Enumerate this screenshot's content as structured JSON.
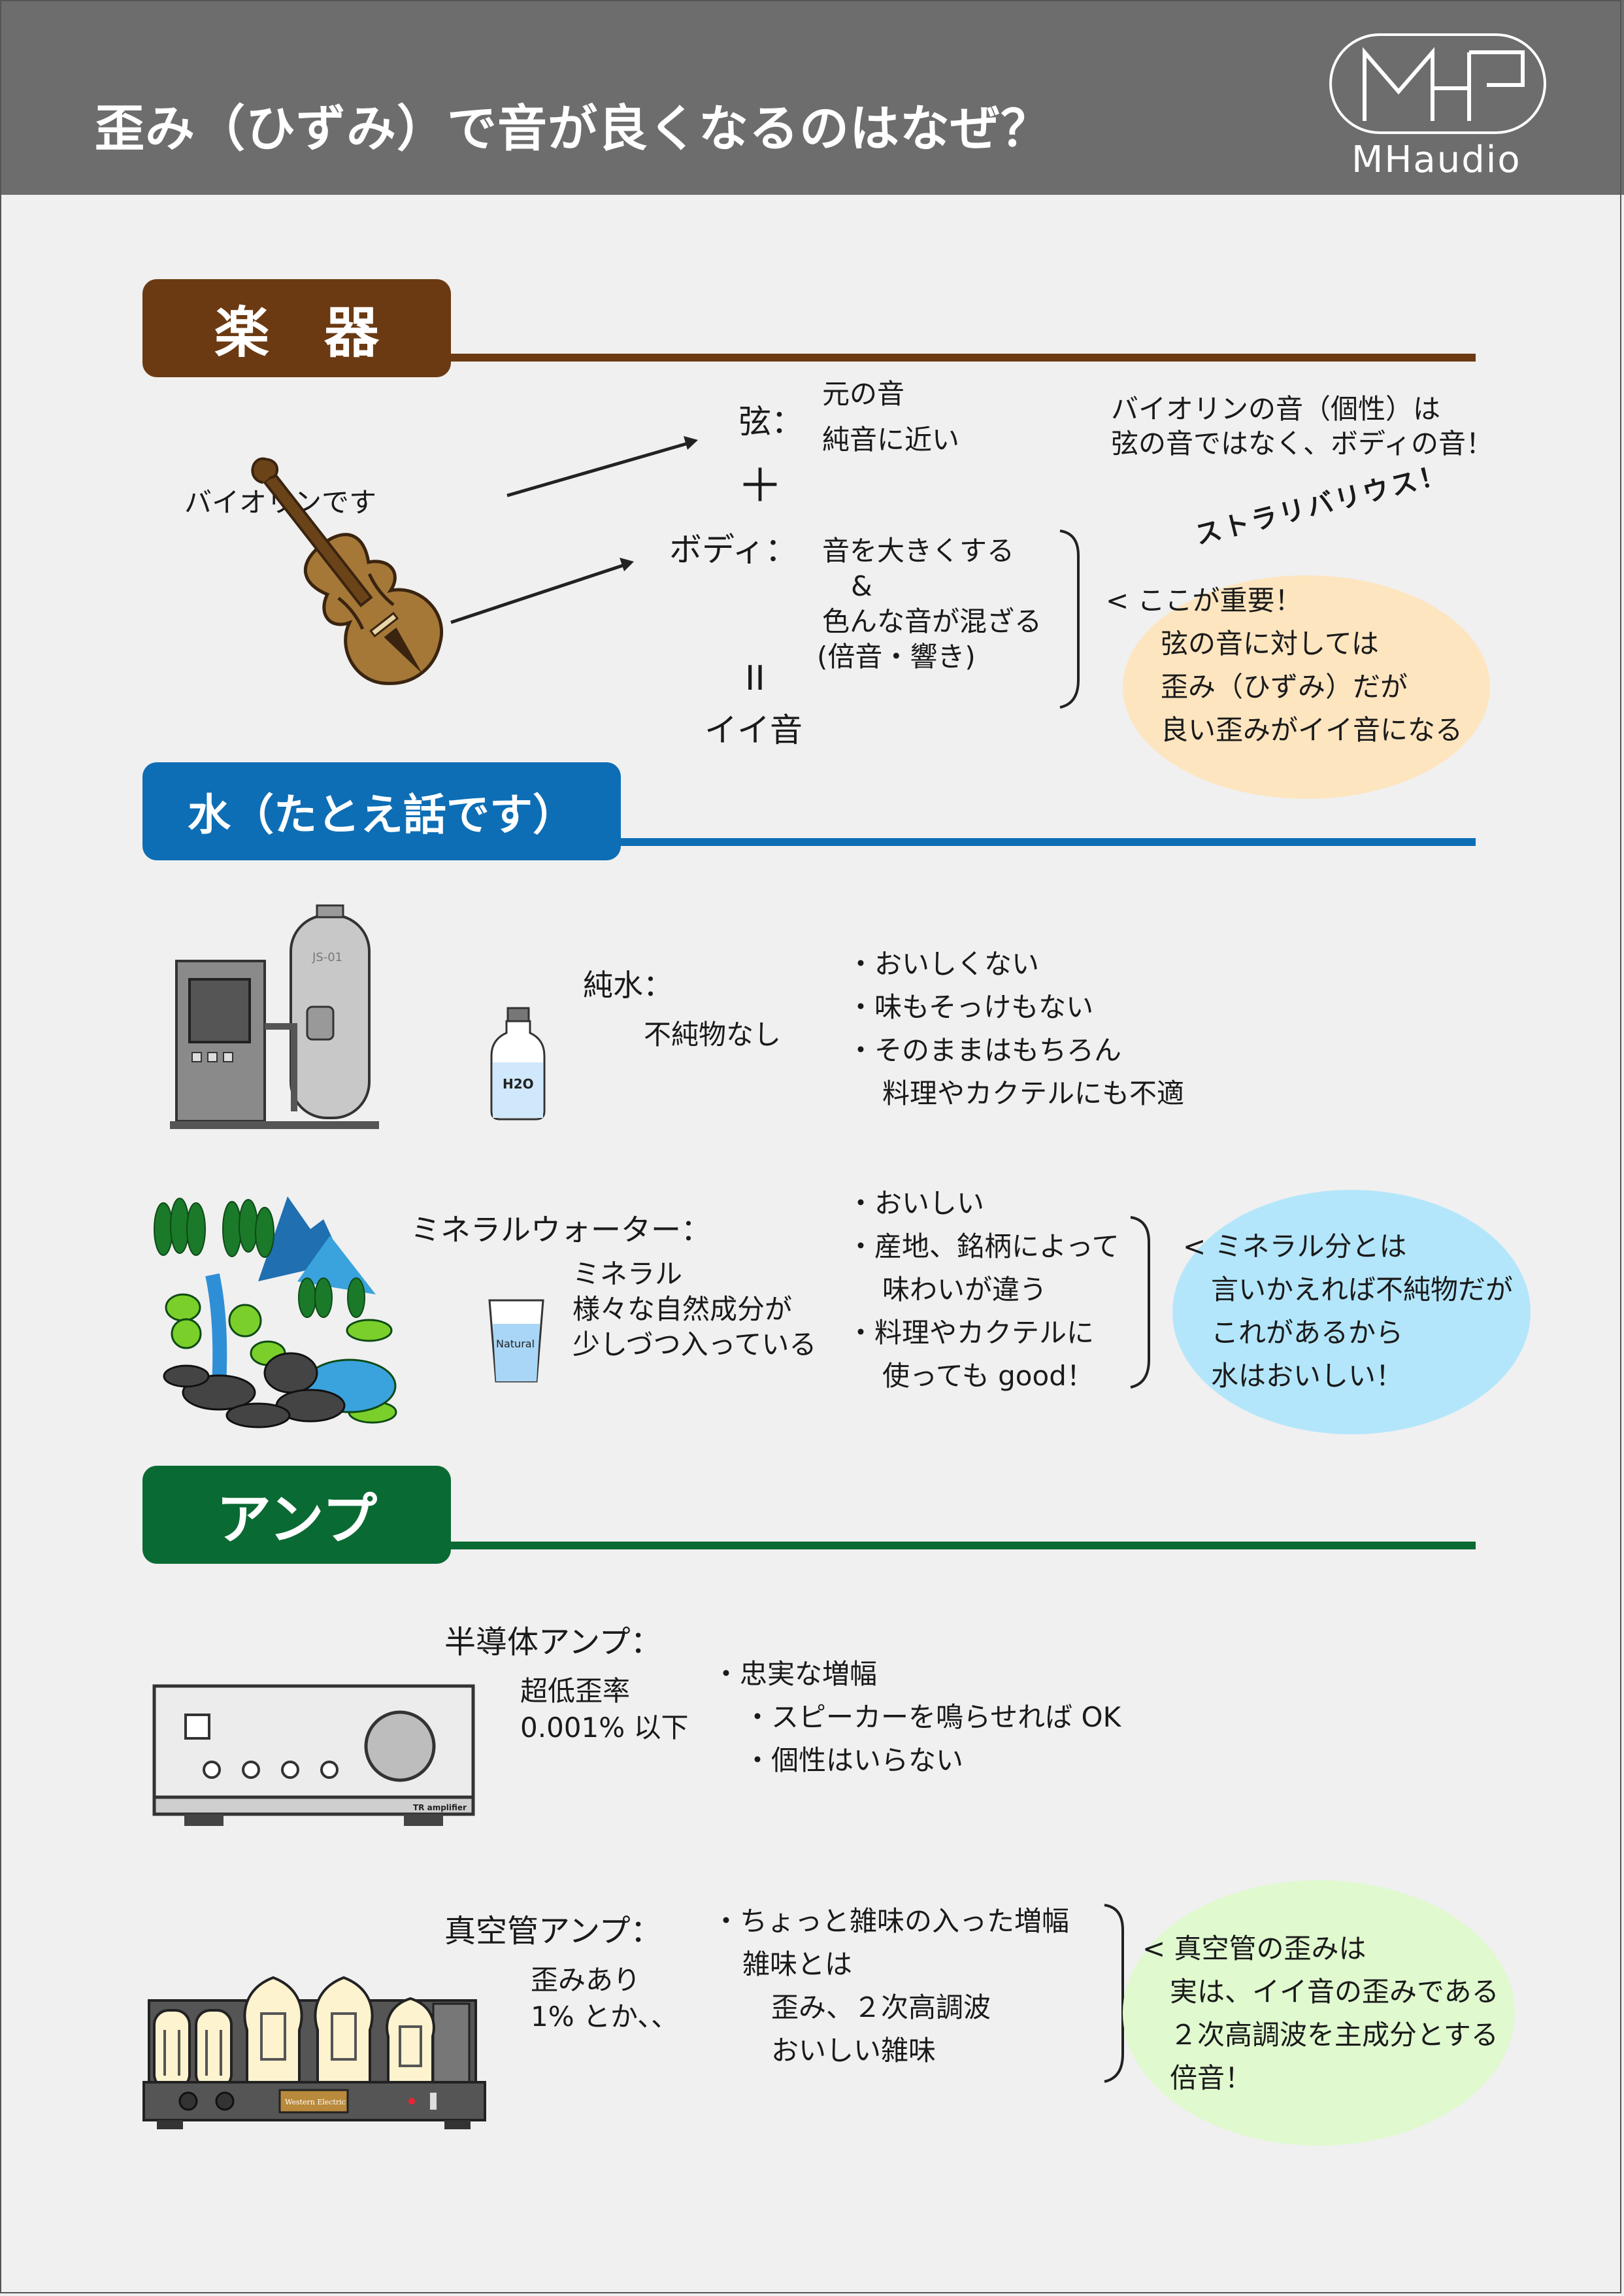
{
  "header": {
    "title": "歪み（ひずみ）で音が良くなるのはなぜ？",
    "logo_text": "MHaudio"
  },
  "colors": {
    "header_bg": "#6d6d6d",
    "instrument": "#6b3a12",
    "water": "#0d6eb5",
    "amp": "#0a6a33",
    "note_orange": "#fde5c0",
    "note_blue": "#b4e6fb",
    "note_green": "#e0f9cf"
  },
  "instrument": {
    "tag": "楽　器",
    "violin_label": "バイオリンです",
    "string_label": "弦：",
    "string_line1": "元の音",
    "string_line2": "純音に近い",
    "plus": "＋",
    "body_label": "ボディ：",
    "body_line1": "音を大きくする",
    "body_line2": "&",
    "body_line3": "色んな音が混ざる",
    "body_line4": "(倍音・響き)",
    "equals": "II",
    "result": "イイ音",
    "point_line1": "バイオリンの音（個性）は",
    "point_line2": "弦の音ではなく、ボディの音！",
    "stradivarius": "ストラリバリウス！",
    "important": "< ここが重要！",
    "note_line1": "弦の音に対しては",
    "note_line2": "歪み（ひずみ）だが",
    "note_line3": "良い歪みがイイ音になる"
  },
  "water": {
    "tag": "水（たとえ話です）",
    "machine_label": "JS-01",
    "bottle_label": "H2O",
    "glass_label": "Natural",
    "pure_label": "純水：",
    "pure_sub": "不純物なし",
    "pure_points": [
      "・おいしくない",
      "・味もそっけもない",
      "・そのままはもちろん",
      "料理やカクテルにも不適"
    ],
    "mineral_label": "ミネラルウォーター：",
    "mineral_sub1": "ミネラル",
    "mineral_sub2": "様々な自然成分が",
    "mineral_sub3": "少しづつ入っている",
    "mineral_points": [
      "・おいしい",
      "・産地、銘柄によって",
      "味わいが違う",
      "・料理やカクテルに",
      "使っても good！"
    ],
    "note_line1": "< ミネラル分とは",
    "note_line2": "言いかえれば不純物だが",
    "note_line3": "これがあるから",
    "note_line4": "水はおいしい！"
  },
  "amp": {
    "tag": "アンプ",
    "tr_label": "半導体アンプ：",
    "tr_sub1": "超低歪率",
    "tr_sub2": "0.001% 以下",
    "tr_device_label": "TR amplifier",
    "tr_points": [
      "・忠実な増幅",
      "・スピーカーを鳴らせれば OK",
      "・個性はいらない"
    ],
    "tube_label": "真空管アンプ：",
    "tube_sub1": "歪みあり",
    "tube_sub2": "1% とか、、",
    "tube_device_label": "Western Electric",
    "tube_points": [
      "・ちょっと雑味の入った増幅",
      "雑味とは",
      "歪み、２次高調波",
      "おいしい雑味"
    ],
    "note_line1": "< 真空管の歪みは",
    "note_line2": "実は、イイ音の歪みである",
    "note_line3": "２次高調波を主成分とする",
    "note_line4": "倍音！"
  }
}
